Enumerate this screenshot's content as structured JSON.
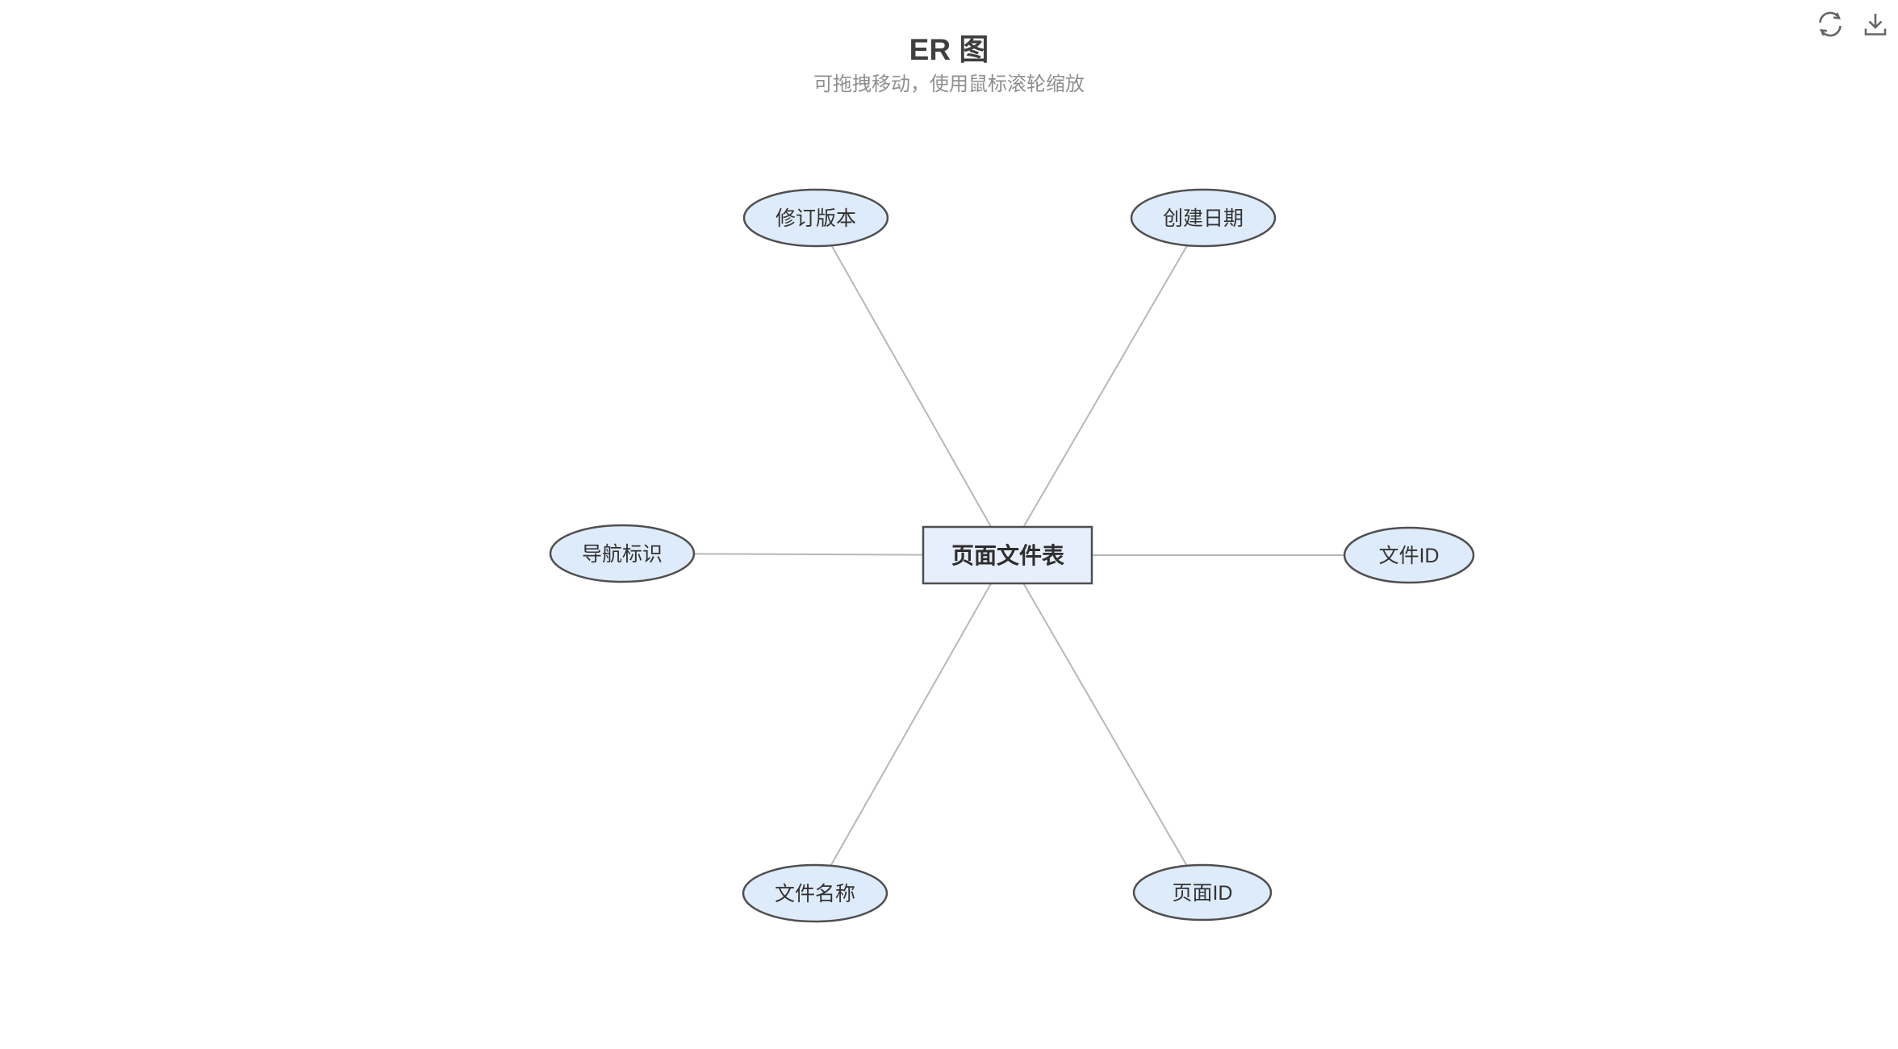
{
  "header": {
    "title": "ER 图",
    "subtitle": "可拖拽移动，使用鼠标滚轮缩放"
  },
  "toolbar": {
    "icons": [
      {
        "name": "refresh-icon"
      },
      {
        "name": "download-icon"
      }
    ]
  },
  "diagram": {
    "type": "er-attribute-diagram",
    "entity": {
      "label": "页面文件表"
    },
    "attributes": [
      {
        "label": "修订版本",
        "position": "top-left"
      },
      {
        "label": "创建日期",
        "position": "top-right"
      },
      {
        "label": "导航标识",
        "position": "left"
      },
      {
        "label": "文件ID",
        "position": "right"
      },
      {
        "label": "文件名称",
        "position": "bottom-left"
      },
      {
        "label": "页面ID",
        "position": "bottom-right"
      }
    ],
    "colors": {
      "node_fill": "#deebfa",
      "entity_fill": "#e7effc",
      "node_stroke": "#4f4f4f",
      "edge": "#b8b8b8",
      "label": "#333333"
    }
  }
}
